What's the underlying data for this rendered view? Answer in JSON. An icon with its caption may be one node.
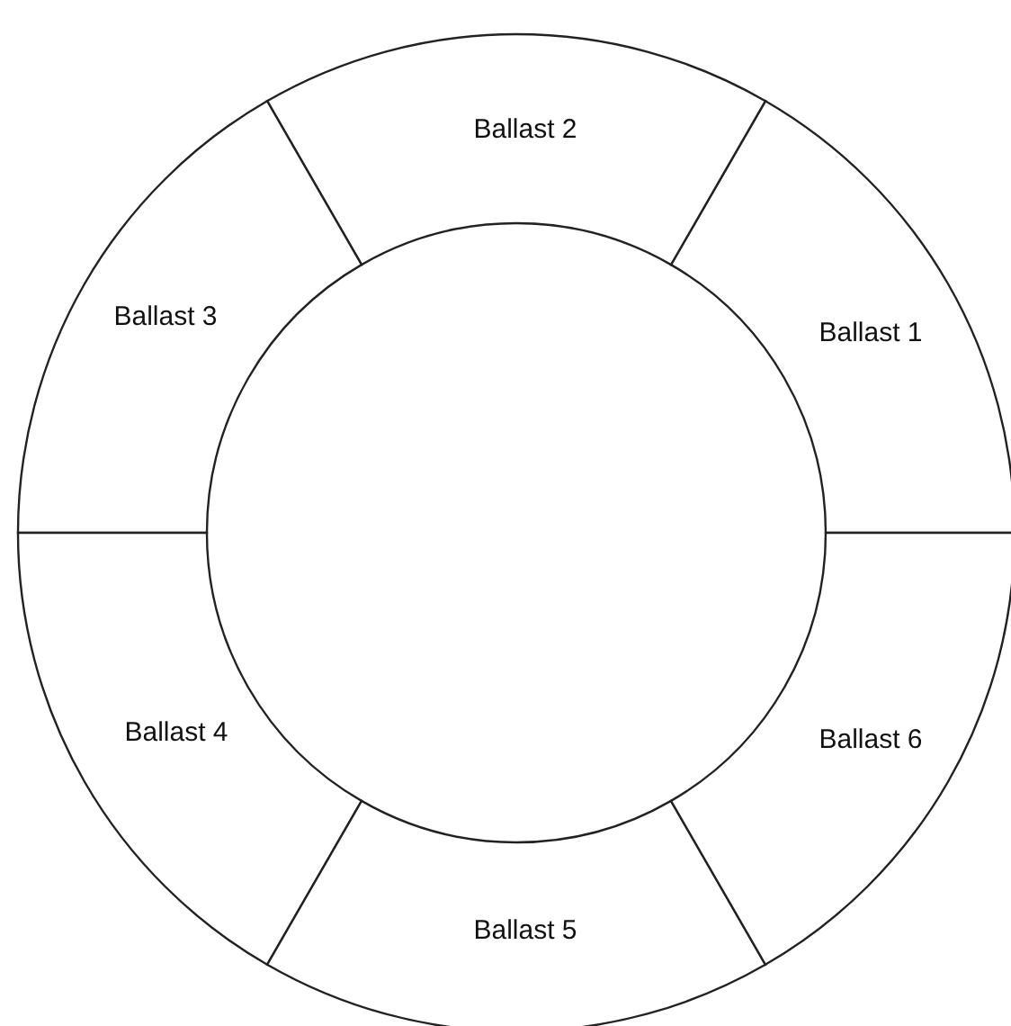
{
  "diagram": {
    "nodes": [
      {
        "text": [
          "Ballast 1"
        ]
      },
      {
        "text": [
          "Ballast 2"
        ]
      },
      {
        "text": [
          "Ballast 3"
        ]
      },
      {
        "text": [
          "Ballast 4"
        ]
      },
      {
        "text": [
          "Ballast 5"
        ]
      },
      {
        "text": [
          "Ballast 6"
        ]
      }
    ]
  }
}
